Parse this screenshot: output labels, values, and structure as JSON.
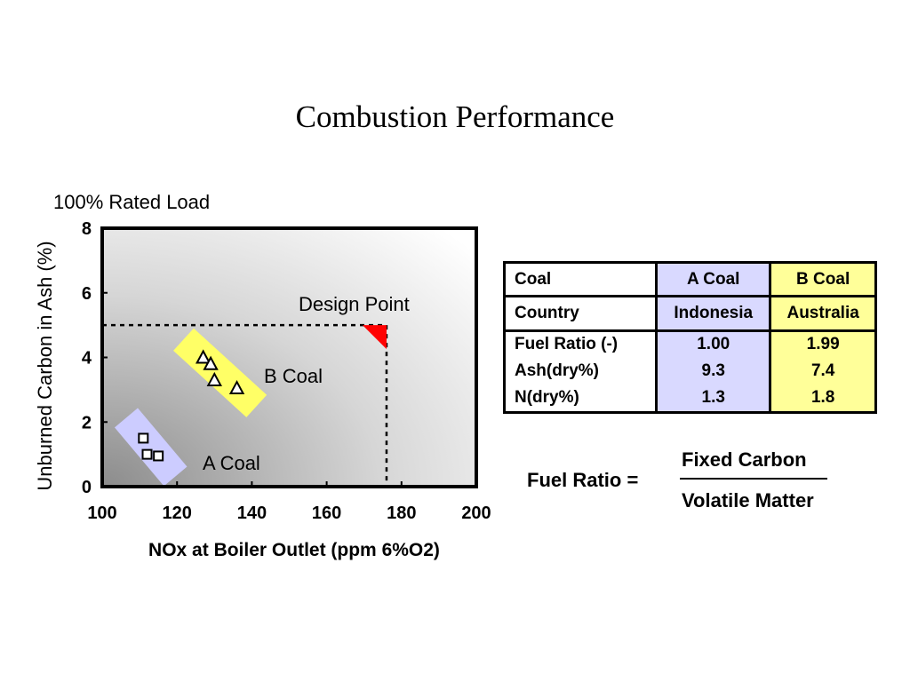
{
  "slide": {
    "title": "Combustion Performance"
  },
  "chart_data": {
    "type": "scatter",
    "title": "100% Rated Load",
    "xlabel": "NOx at Boiler Outlet (ppm 6%O2)",
    "ylabel": "Unburned Carbon in Ash (%)",
    "xlim": [
      100,
      200
    ],
    "ylim": [
      0,
      8
    ],
    "x_ticks": [
      "100",
      "120",
      "140",
      "160",
      "180",
      "200"
    ],
    "y_ticks": [
      "0",
      "2",
      "4",
      "6",
      "8"
    ],
    "series": [
      {
        "name": "A Coal",
        "marker": "square",
        "color": "#ccccff",
        "points": [
          [
            111,
            1.5
          ],
          [
            112,
            1.0
          ],
          [
            115,
            0.95
          ]
        ]
      },
      {
        "name": "B Coal",
        "marker": "triangle",
        "color": "#ffff66",
        "points": [
          [
            127,
            4.0
          ],
          [
            129,
            3.8
          ],
          [
            130,
            3.3
          ],
          [
            136,
            3.05
          ]
        ]
      }
    ],
    "design_point": {
      "label": "Design Point",
      "x": 176,
      "y": 5,
      "color": "#ff0000"
    }
  },
  "table": {
    "headers": [
      "Coal",
      "A Coal",
      "B Coal"
    ],
    "country": [
      "Country",
      "Indonesia",
      "Australia"
    ],
    "rows": [
      [
        "Fuel Ratio (-)",
        "1.00",
        "1.99"
      ],
      [
        "Ash(dry%)",
        "9.3",
        "7.4"
      ],
      [
        "N(dry%)",
        "1.3",
        "1.8"
      ]
    ],
    "colors": {
      "a_col": "#d9d9ff",
      "b_col": "#ffff99"
    }
  },
  "formula": {
    "lhs": "Fuel Ratio =",
    "numerator": "Fixed Carbon",
    "denominator": "Volatile Matter"
  }
}
